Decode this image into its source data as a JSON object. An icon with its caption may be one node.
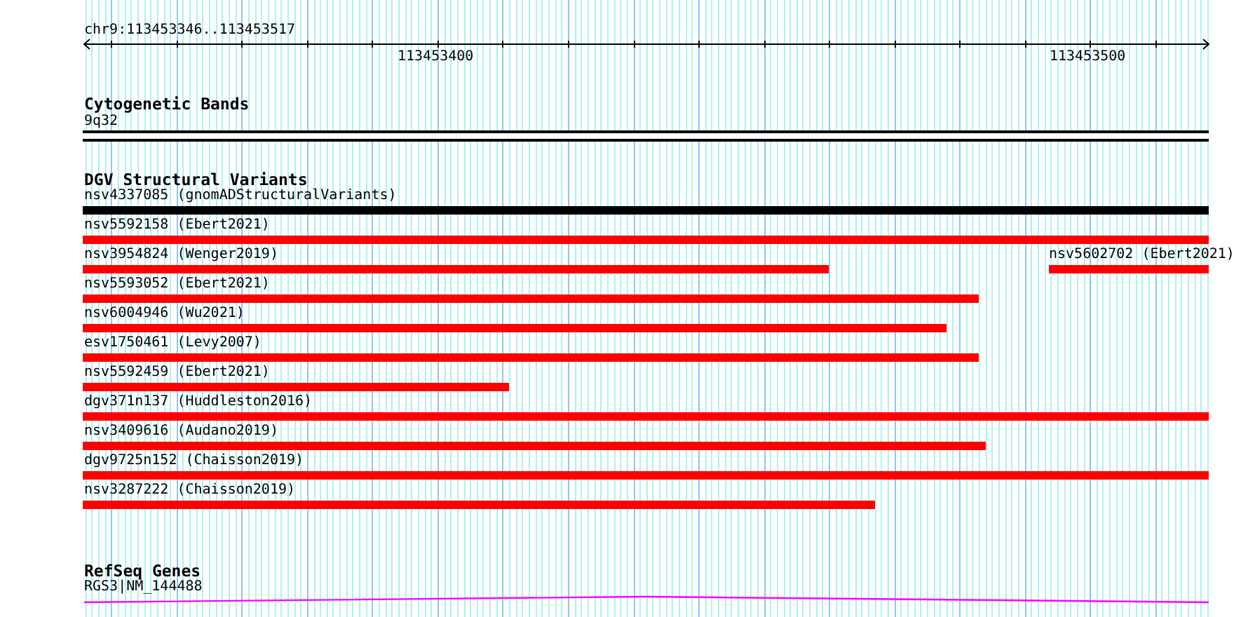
{
  "diagram": {
    "nodes": [
      {
        "text": [
          "9q32"
        ]
      },
      {
        "text": [
          "nsv4337085 (gnomADStructuralVariants)"
        ]
      },
      {
        "text": [
          "nsv5592158 (Ebert2021)"
        ]
      },
      {
        "text": [
          "nsv3954824 (Wenger2019)"
        ]
      },
      {
        "text": [
          "nsv5602702 (Ebert2021)"
        ]
      },
      {
        "text": [
          "nsv5593052 (Ebert2021)"
        ]
      },
      {
        "text": [
          "nsv6004946 (Wu2021)"
        ]
      },
      {
        "text": [
          "esv1750461 (Levy2007)"
        ]
      },
      {
        "text": [
          "nsv5592459 (Ebert2021)"
        ]
      },
      {
        "text": [
          "dgv371n137 (Huddleston2016)"
        ]
      },
      {
        "text": [
          "nsv3409616 (Audano2019)"
        ]
      },
      {
        "text": [
          "dgv9725n152 (Chaisson2019)"
        ]
      },
      {
        "text": [
          "nsv3287222 (Chaisson2019)"
        ]
      },
      {
        "text": [
          "RGS3|NM_144488"
        ]
      }
    ],
    "labels": [
      "chr9:113453346..113453517",
      "113453400",
      "113453500",
      "Cytogenetic Bands",
      "DGV Structural Variants",
      "RefSeq Genes"
    ]
  }
}
